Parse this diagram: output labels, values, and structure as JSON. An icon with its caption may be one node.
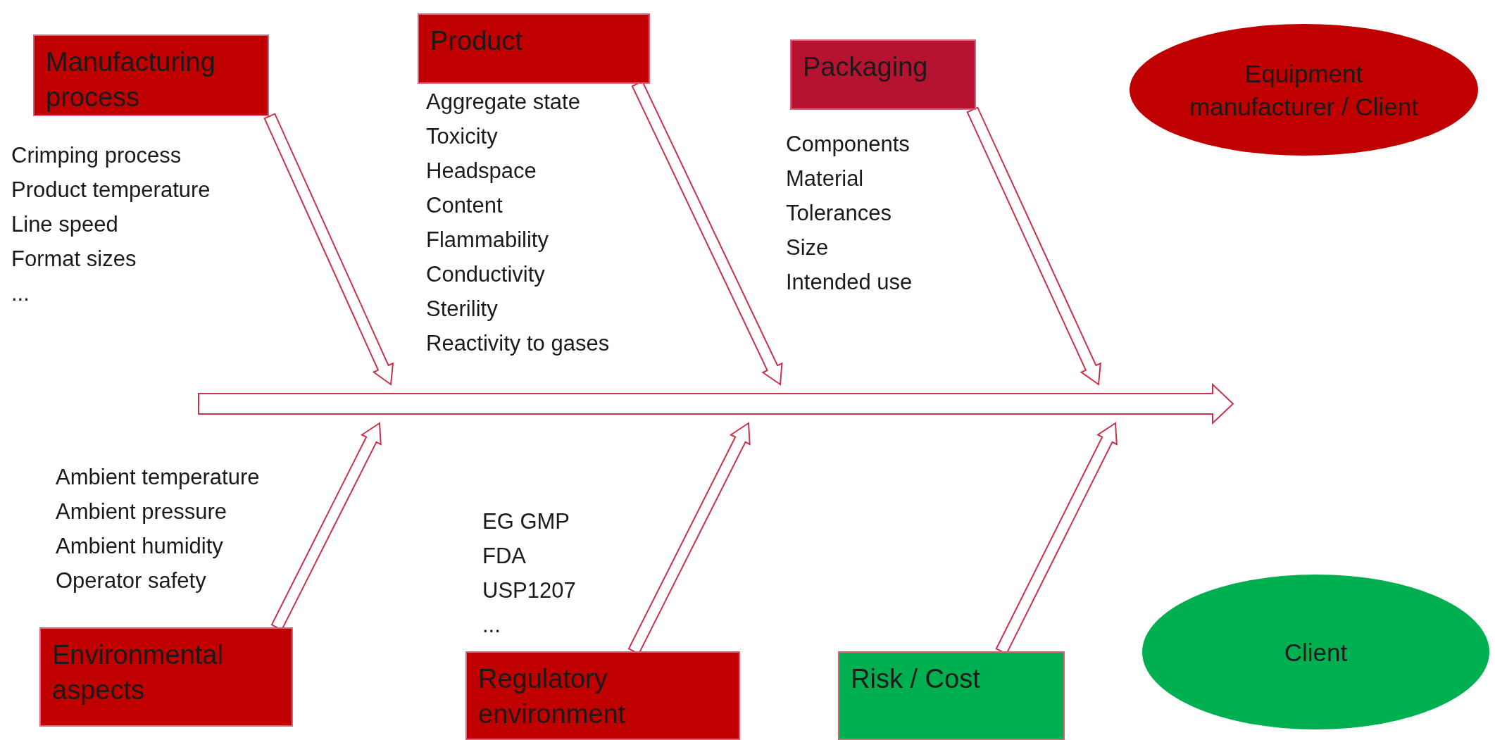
{
  "diagram": {
    "nodes": [
      {
        "text": [
          "Manufacturing process"
        ],
        "beside": [
          "Crimping process",
          "Product temperature",
          "Line speed",
          "Format sizes",
          "..."
        ]
      },
      {
        "text": [
          "Product"
        ],
        "beside": [
          "Aggregate state",
          "Toxicity",
          "Headspace",
          "Content",
          "Flammability",
          "Conductivity",
          "Sterility",
          "Reactivity to gases"
        ]
      },
      {
        "text": [
          "Packaging"
        ],
        "beside": [
          "Components",
          "Material",
          "Tolerances",
          "Size",
          "Intended use"
        ]
      },
      {
        "text": [
          "Equipment manufacturer / Client"
        ]
      },
      {
        "text": [
          "Environmental aspects"
        ],
        "beside": [
          "Ambient temperature",
          "Ambient pressure",
          "Ambient humidity",
          "Operator safety"
        ]
      },
      {
        "text": [
          "Regulatory environment"
        ],
        "beside": [
          "EG GMP",
          "FDA",
          "USP1207",
          "..."
        ]
      },
      {
        "text": [
          "Risk / Cost"
        ]
      },
      {
        "text": [
          "Client"
        ]
      },
      {
        "text": [],
        "shape": "arrow"
      }
    ],
    "edges": [
      {
        "from": 0,
        "to": 8,
        "arrow": "to"
      },
      {
        "from": 1,
        "to": 8,
        "arrow": "to"
      },
      {
        "from": 2,
        "to": 8,
        "arrow": "to"
      },
      {
        "from": 4,
        "to": 8,
        "arrow": "to"
      },
      {
        "from": 5,
        "to": 8,
        "arrow": "to"
      },
      {
        "from": 6,
        "to": 8,
        "arrow": "to"
      }
    ]
  }
}
